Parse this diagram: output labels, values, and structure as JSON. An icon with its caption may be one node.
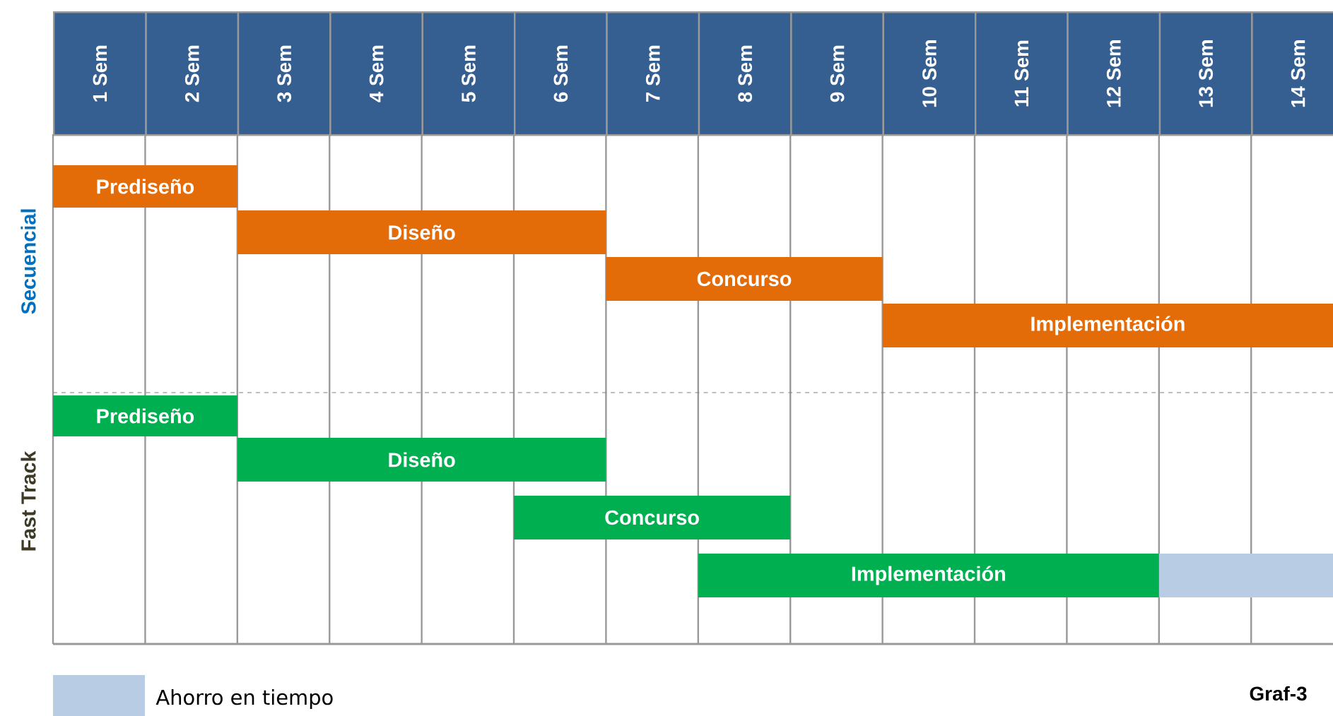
{
  "diagram": {
    "nodes": [
      {
        "text": [
          "Prediseño"
        ]
      },
      {
        "text": [
          "Diseño"
        ]
      },
      {
        "text": [
          "Concurso"
        ]
      },
      {
        "text": [
          "Implementación"
        ]
      },
      {
        "text": [
          "Prediseño"
        ]
      },
      {
        "text": [
          "Diseño"
        ]
      },
      {
        "text": [
          "Concurso"
        ]
      },
      {
        "text": [
          "Implementación"
        ]
      },
      {
        "text": [],
        "shape": "bar"
      }
    ],
    "labels": [
      "1 Sem",
      "2 Sem",
      "3 Sem",
      "4 Sem",
      "5 Sem",
      "6 Sem",
      "7 Sem",
      "8 Sem",
      "9 Sem",
      "10 Sem",
      "11 Sem",
      "12 Sem",
      "13 Sem",
      "14 Sem",
      "Secuencial",
      "Fast Track",
      "Graf-3"
    ],
    "legend": [
      {
        "text": "Ahorro en tiempo",
        "color": "#b8cce4"
      }
    ]
  }
}
